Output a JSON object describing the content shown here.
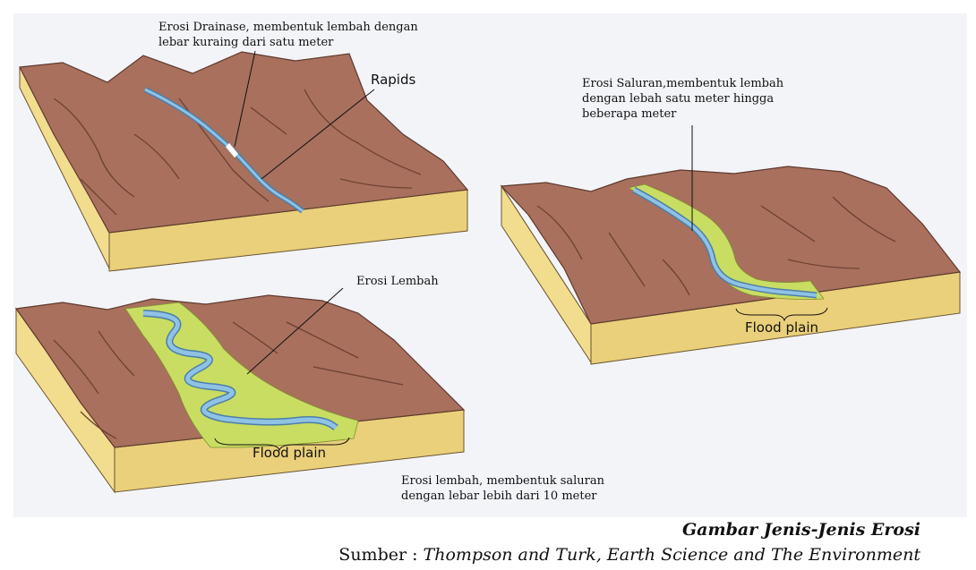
{
  "figure": {
    "labels": {
      "drainage": "Erosi Drainase, membentuk lembah dengan\nlebar kuraing dari satu meter",
      "rapids": "Rapids",
      "channel": "Erosi Saluran,membentuk lembah\ndengan lebah satu meter hingga\nbeberapa meter",
      "valley": "Erosi Lembah",
      "flood_plain_right": "Flood plain",
      "flood_plain_left": "Flood plain",
      "valley_desc": "Erosi lembah, membentuk saluran\ndengan lebar lebih dari 10 meter"
    },
    "colors": {
      "terrain": "#a8705d",
      "terrain_dark": "#7d4a3c",
      "soil_side": "#f2dc8e",
      "soil_front": "#ead07a",
      "river": "#7fb3d8",
      "river_edge": "#4c7fa8",
      "flood_plain": "#c9dd62"
    }
  },
  "caption": {
    "title": "Gambar Jenis-Jenis Erosi",
    "source_prefix": "Sumber : ",
    "source_work": "Thompson and Turk, Earth Science and The Environment"
  }
}
